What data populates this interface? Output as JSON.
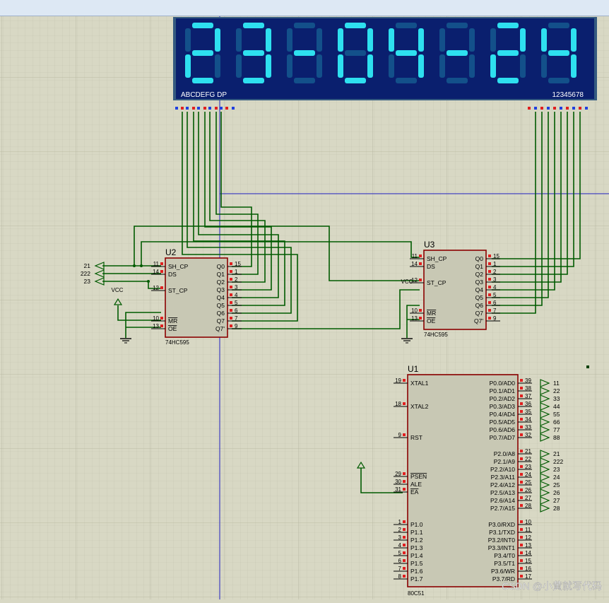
{
  "display": {
    "text": "23-04-24",
    "segment_label": "ABCDEFG DP",
    "digit_label": "12345678",
    "color_on": "#2ee0ef",
    "color_off": "#13508a",
    "background": "#0a1f6e"
  },
  "u2": {
    "ref": "U2",
    "part": "74HC595",
    "left_pins": [
      {
        "num": "11",
        "name": "SH_CP"
      },
      {
        "num": "14",
        "name": "DS"
      },
      {
        "num": "12",
        "name": "ST_CP"
      },
      {
        "num": "10",
        "name": "MR"
      },
      {
        "num": "13",
        "name": "OE"
      }
    ],
    "right_pins": [
      {
        "num": "15",
        "name": "Q0"
      },
      {
        "num": "1",
        "name": "Q1"
      },
      {
        "num": "2",
        "name": "Q2"
      },
      {
        "num": "3",
        "name": "Q3"
      },
      {
        "num": "4",
        "name": "Q4"
      },
      {
        "num": "5",
        "name": "Q5"
      },
      {
        "num": "6",
        "name": "Q6"
      },
      {
        "num": "7",
        "name": "Q7"
      },
      {
        "num": "9",
        "name": "Q7'"
      }
    ]
  },
  "u3": {
    "ref": "U3",
    "part": "74HC595",
    "left_pins": [
      {
        "num": "11",
        "name": "SH_CP"
      },
      {
        "num": "14",
        "name": "DS"
      },
      {
        "num": "12",
        "name": "ST_CP"
      },
      {
        "num": "10",
        "name": "MR"
      },
      {
        "num": "13",
        "name": "OE"
      }
    ],
    "right_pins": [
      {
        "num": "15",
        "name": "Q0"
      },
      {
        "num": "1",
        "name": "Q1"
      },
      {
        "num": "2",
        "name": "Q2"
      },
      {
        "num": "3",
        "name": "Q3"
      },
      {
        "num": "4",
        "name": "Q4"
      },
      {
        "num": "5",
        "name": "Q5"
      },
      {
        "num": "6",
        "name": "Q6"
      },
      {
        "num": "7",
        "name": "Q7"
      },
      {
        "num": "9",
        "name": "Q7'"
      }
    ]
  },
  "u2_inputs": [
    "21",
    "222",
    "23"
  ],
  "vcc_label": "VCC",
  "u1": {
    "ref": "U1",
    "part": "80C51",
    "left_pins": [
      {
        "num": "19",
        "name": "XTAL1"
      },
      {
        "num": "18",
        "name": "XTAL2"
      },
      {
        "num": "9",
        "name": "RST"
      },
      {
        "num": "29",
        "name": "PSEN"
      },
      {
        "num": "30",
        "name": "ALE"
      },
      {
        "num": "31",
        "name": "EA"
      },
      {
        "num": "1",
        "name": "P1.0"
      },
      {
        "num": "2",
        "name": "P1.1"
      },
      {
        "num": "3",
        "name": "P1.2"
      },
      {
        "num": "4",
        "name": "P1.3"
      },
      {
        "num": "5",
        "name": "P1.4"
      },
      {
        "num": "6",
        "name": "P1.5"
      },
      {
        "num": "7",
        "name": "P1.6"
      },
      {
        "num": "8",
        "name": "P1.7"
      }
    ],
    "p0_pins": [
      {
        "num": "39",
        "name": "P0.0/AD0",
        "net": "11"
      },
      {
        "num": "38",
        "name": "P0.1/AD1",
        "net": "22"
      },
      {
        "num": "37",
        "name": "P0.2/AD2",
        "net": "33"
      },
      {
        "num": "36",
        "name": "P0.3/AD3",
        "net": "44"
      },
      {
        "num": "35",
        "name": "P0.4/AD4",
        "net": "55"
      },
      {
        "num": "34",
        "name": "P0.5/AD5",
        "net": "66"
      },
      {
        "num": "33",
        "name": "P0.6/AD6",
        "net": "77"
      },
      {
        "num": "32",
        "name": "P0.7/AD7",
        "net": "88"
      }
    ],
    "p2_pins": [
      {
        "num": "21",
        "name": "P2.0/A8",
        "net": "21"
      },
      {
        "num": "22",
        "name": "P2.1/A9",
        "net": "222"
      },
      {
        "num": "23",
        "name": "P2.2/A10",
        "net": "23"
      },
      {
        "num": "24",
        "name": "P2.3/A11",
        "net": "24"
      },
      {
        "num": "25",
        "name": "P2.4/A12",
        "net": "25"
      },
      {
        "num": "26",
        "name": "P2.5/A13",
        "net": "26"
      },
      {
        "num": "27",
        "name": "P2.6/A14",
        "net": "27"
      },
      {
        "num": "28",
        "name": "P2.7/A15",
        "net": "28"
      }
    ],
    "p3_pins": [
      {
        "num": "10",
        "name": "P3.0/RXD"
      },
      {
        "num": "11",
        "name": "P3.1/TXD"
      },
      {
        "num": "12",
        "name": "P3.2/INT0"
      },
      {
        "num": "13",
        "name": "P3.3/INT1"
      },
      {
        "num": "14",
        "name": "P3.4/T0"
      },
      {
        "num": "15",
        "name": "P3.5/T1"
      },
      {
        "num": "16",
        "name": "P3.6/WR"
      },
      {
        "num": "17",
        "name": "P3.7/RD"
      }
    ]
  },
  "watermark": "CSDN @小黄就写代码",
  "colors": {
    "canvas": "#d8d8c4",
    "grid": "#c2c2ad",
    "wire": "#005a00",
    "chip_border": "#8b0000",
    "chip_fill": "#c8c8b4",
    "pin_red": "#e02020",
    "pin_blue": "#2040e0",
    "cursor": "#2020c0",
    "titlebar": "#dde8f4"
  }
}
